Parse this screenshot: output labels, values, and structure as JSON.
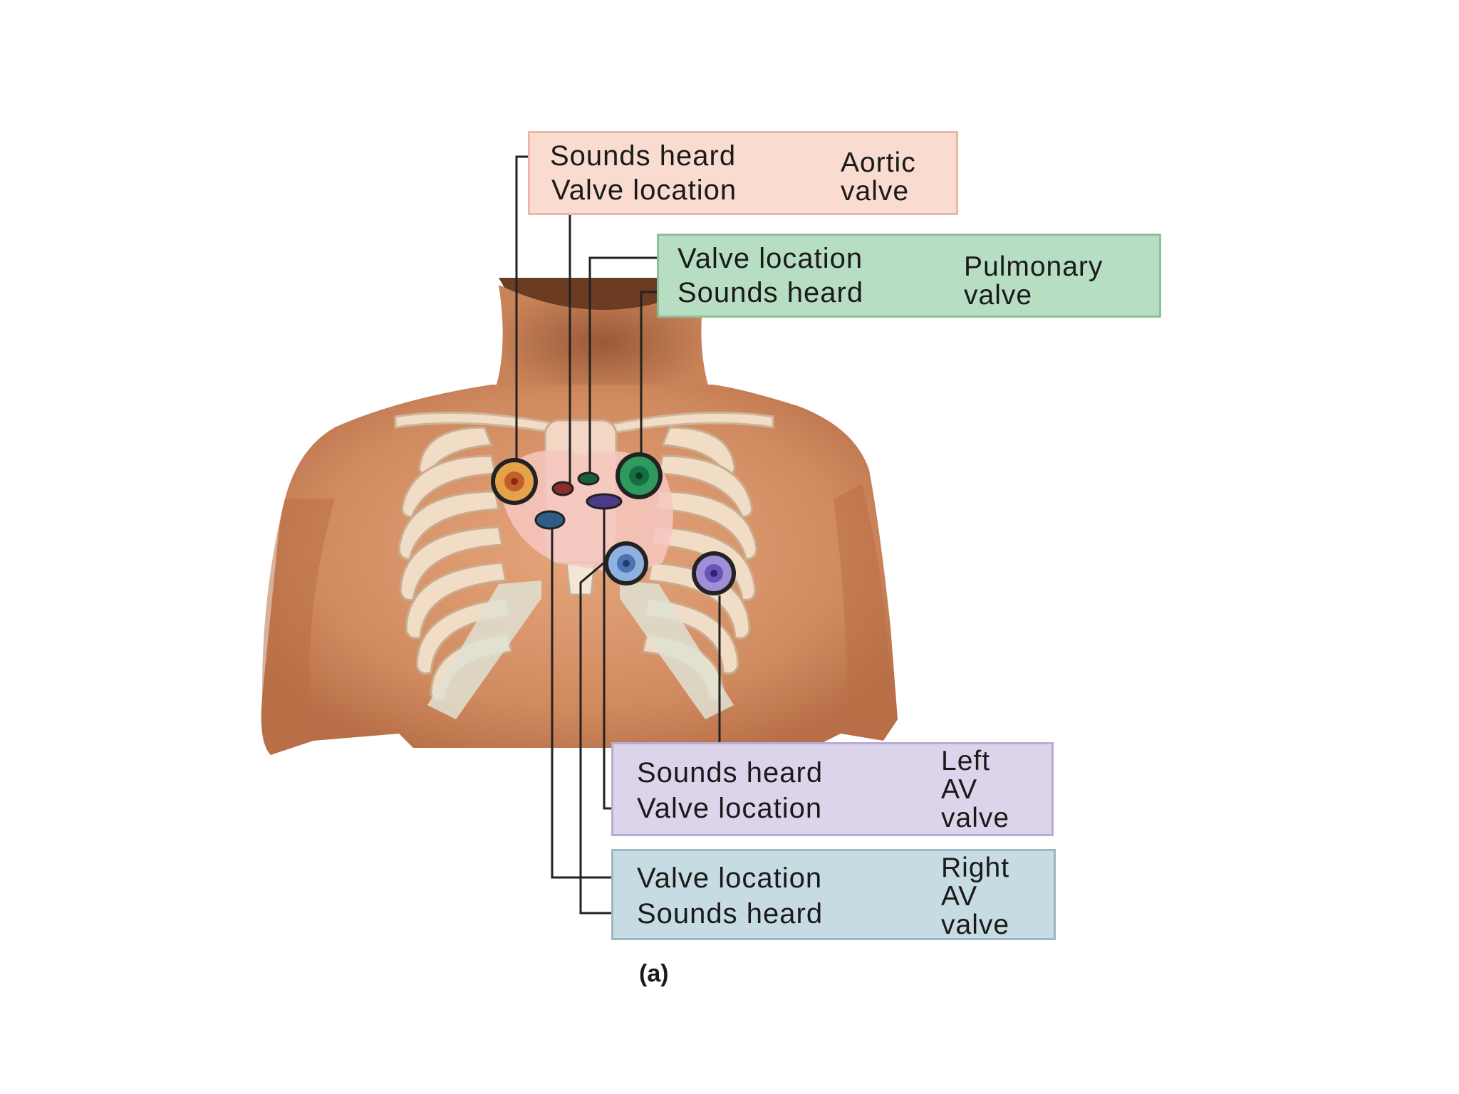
{
  "colors": {
    "aortic": "#f9dccf",
    "pulmonary": "#b7ddc2",
    "left_av": "#dcd4ea",
    "right_av": "#c6dbe2",
    "skin": "#d9916a",
    "rib": "#f1dcc5",
    "heart": "#f6c7c0"
  },
  "labels": {
    "aortic": {
      "line1": "Sounds heard",
      "line2": "Valve location",
      "valve_line1": "Aortic",
      "valve_line2": "valve"
    },
    "pulmonary": {
      "line1": "Valve location",
      "line2": "Sounds heard",
      "valve_line1": "Pulmonary",
      "valve_line2": "valve"
    },
    "left_av": {
      "line1": "Sounds heard",
      "line2": "Valve location",
      "valve_line1": "Left",
      "valve_line2": "AV",
      "valve_line3": "valve"
    },
    "right_av": {
      "line1": "Valve location",
      "line2": "Sounds heard",
      "valve_line1": "Right",
      "valve_line2": "AV",
      "valve_line3": "valve"
    }
  },
  "caption": "(a)"
}
